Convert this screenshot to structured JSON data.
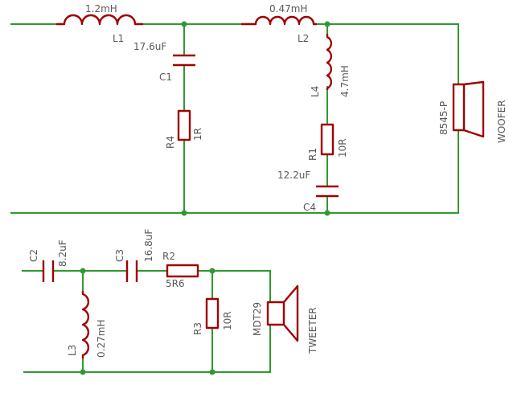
{
  "components": {
    "L1": {
      "name": "L1",
      "value": "1.2mH"
    },
    "L2": {
      "name": "L2",
      "value": "0.47mH"
    },
    "L3": {
      "name": "L3",
      "value": "0.27mH"
    },
    "L4": {
      "name": "L4",
      "value": "4.7mH"
    },
    "C1": {
      "name": "C1",
      "value": "17.6uF"
    },
    "C2": {
      "name": "C2",
      "value": "8.2uF"
    },
    "C3": {
      "name": "C3",
      "value": "16.8uF"
    },
    "C4": {
      "name": "C4",
      "value": "12.2uF"
    },
    "R1": {
      "name": "R1",
      "value": "10R"
    },
    "R2": {
      "name": "R2",
      "value": "5R6"
    },
    "R3": {
      "name": "R3",
      "value": "10R"
    },
    "R4": {
      "name": "R4",
      "value": "1R"
    }
  },
  "speakers": {
    "woofer": {
      "part": "8545-P",
      "role": "WOOFER"
    },
    "tweeter": {
      "part": "MDT29",
      "role": "TWEETER"
    }
  },
  "colors": {
    "wire": "#2f9a2f",
    "component": "#a00000",
    "text": "#595959",
    "background": "#ffffff"
  }
}
